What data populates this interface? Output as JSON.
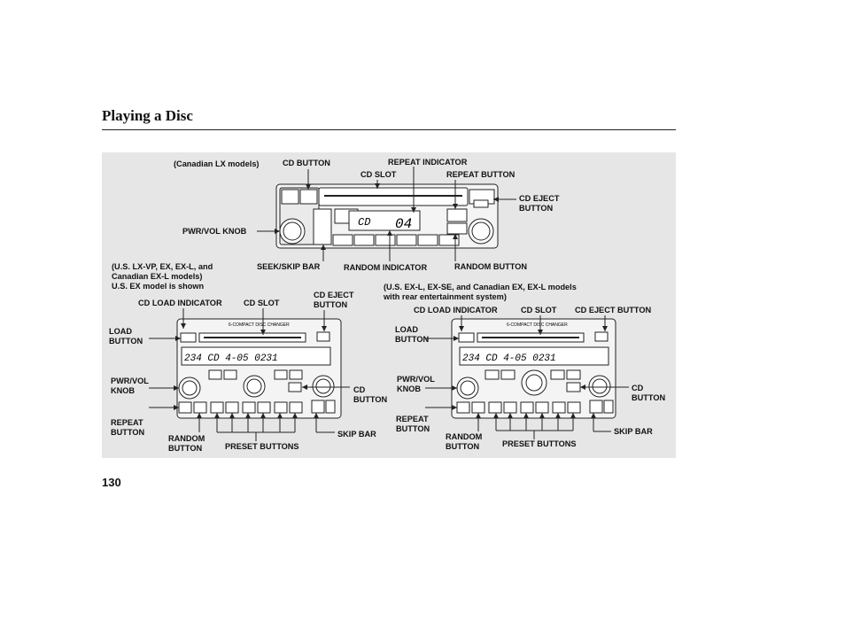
{
  "page": {
    "title": "Playing a Disc",
    "page_number": "130"
  },
  "diagram1": {
    "caption": "(Canadian LX models)",
    "display_text": "CD",
    "display_track": "04",
    "labels": {
      "cd_button": "CD BUTTON",
      "repeat_indicator": "REPEAT INDICATOR",
      "cd_slot": "CD SLOT",
      "repeat_button": "REPEAT BUTTON",
      "cd_eject_button": "CD EJECT\nBUTTON",
      "pwr_vol_knob": "PWR/VOL KNOB",
      "seek_skip_bar": "SEEK/SKIP BAR",
      "random_indicator": "RANDOM INDICATOR",
      "random_button": "RANDOM BUTTON"
    }
  },
  "diagram2": {
    "caption": "(U.S. LX-VP, EX, EX-L, and\nCanadian EX-L models)\nU.S. EX model is shown",
    "device_header": "6-COMPACT DISC CHANGER",
    "display_text": "234  CD     4-05   0231",
    "labels": {
      "cd_load_indicator": "CD LOAD INDICATOR",
      "cd_slot": "CD SLOT",
      "cd_eject_button": "CD EJECT\nBUTTON",
      "load_button": "LOAD\nBUTTON",
      "pwr_vol_knob": "PWR/VOL\nKNOB",
      "cd_button": "CD\nBUTTON",
      "repeat_button": "REPEAT\nBUTTON",
      "random_button": "RANDOM\nBUTTON",
      "preset_buttons": "PRESET BUTTONS",
      "skip_bar": "SKIP BAR"
    }
  },
  "diagram3": {
    "caption": "(U.S. EX-L, EX-SE, and Canadian EX, EX-L models\nwith rear entertainment system)",
    "device_header": "6-COMPACT DISC CHANGER",
    "display_text": "234  CD     4-05   0231",
    "labels": {
      "cd_load_indicator": "CD LOAD INDICATOR",
      "cd_slot": "CD SLOT",
      "cd_eject_button": "CD EJECT BUTTON",
      "load_button": "LOAD\nBUTTON",
      "pwr_vol_knob": "PWR/VOL\nKNOB",
      "cd_button": "CD\nBUTTON",
      "repeat_button": "REPEAT\nBUTTON",
      "random_button": "RANDOM\nBUTTON",
      "preset_buttons": "PRESET BUTTONS",
      "skip_bar": "SKIP BAR"
    }
  }
}
